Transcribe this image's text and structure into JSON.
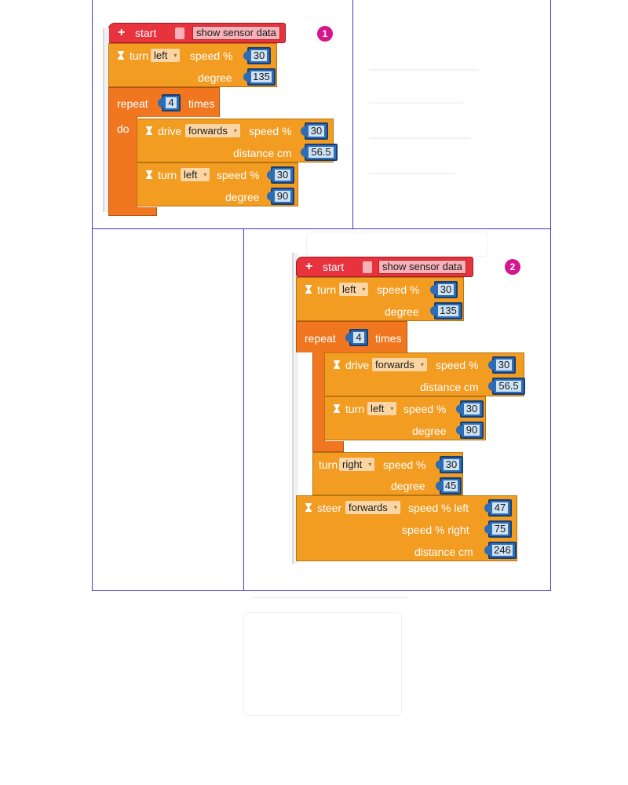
{
  "program1": {
    "badge": "1",
    "start_label": "start",
    "sensor_label": "show sensor data",
    "turn1": {
      "verb": "turn",
      "direction": "left",
      "speed_label": "speed %",
      "speed": "30",
      "degree_label": "degree",
      "degree": "135"
    },
    "repeat": {
      "label": "repeat",
      "count": "4",
      "times_label": "times",
      "do_label": "do"
    },
    "drive": {
      "verb": "drive",
      "direction": "forwards",
      "speed_label": "speed %",
      "speed": "30",
      "distance_label": "distance cm",
      "distance": "56.5"
    },
    "turn2": {
      "verb": "turn",
      "direction": "left",
      "speed_label": "speed %",
      "speed": "30",
      "degree_label": "degree",
      "degree": "90"
    }
  },
  "program2": {
    "badge": "2",
    "start_label": "start",
    "sensor_label": "show sensor data",
    "turn1": {
      "verb": "turn",
      "direction": "left",
      "speed_label": "speed %",
      "speed": "30",
      "degree_label": "degree",
      "degree": "135"
    },
    "repeat": {
      "label": "repeat",
      "count": "4",
      "times_label": "times"
    },
    "drive": {
      "verb": "drive",
      "direction": "forwards",
      "speed_label": "speed %",
      "speed": "30",
      "distance_label": "distance cm",
      "distance": "56.5"
    },
    "turn2": {
      "verb": "turn",
      "direction": "left",
      "speed_label": "speed %",
      "speed": "30",
      "degree_label": "degree",
      "degree": "90"
    },
    "turn3": {
      "verb": "turn",
      "direction": "right",
      "speed_label": "speed %",
      "speed": "30",
      "degree_label": "degree",
      "degree": "45"
    },
    "steer": {
      "verb": "steer",
      "direction": "forwards",
      "speed_left_label": "speed %  left",
      "speed_left": "47",
      "speed_right_label": "speed %  right",
      "speed_right": "75",
      "distance_label": "distance cm",
      "distance": "246"
    }
  },
  "colors": {
    "frame": "#3a3ad6",
    "start_block": "#e8323e",
    "motion_block": "#f39c22",
    "repeat_block": "#f07720",
    "number_input": "#2c6db5",
    "badge": "#d6168d"
  }
}
